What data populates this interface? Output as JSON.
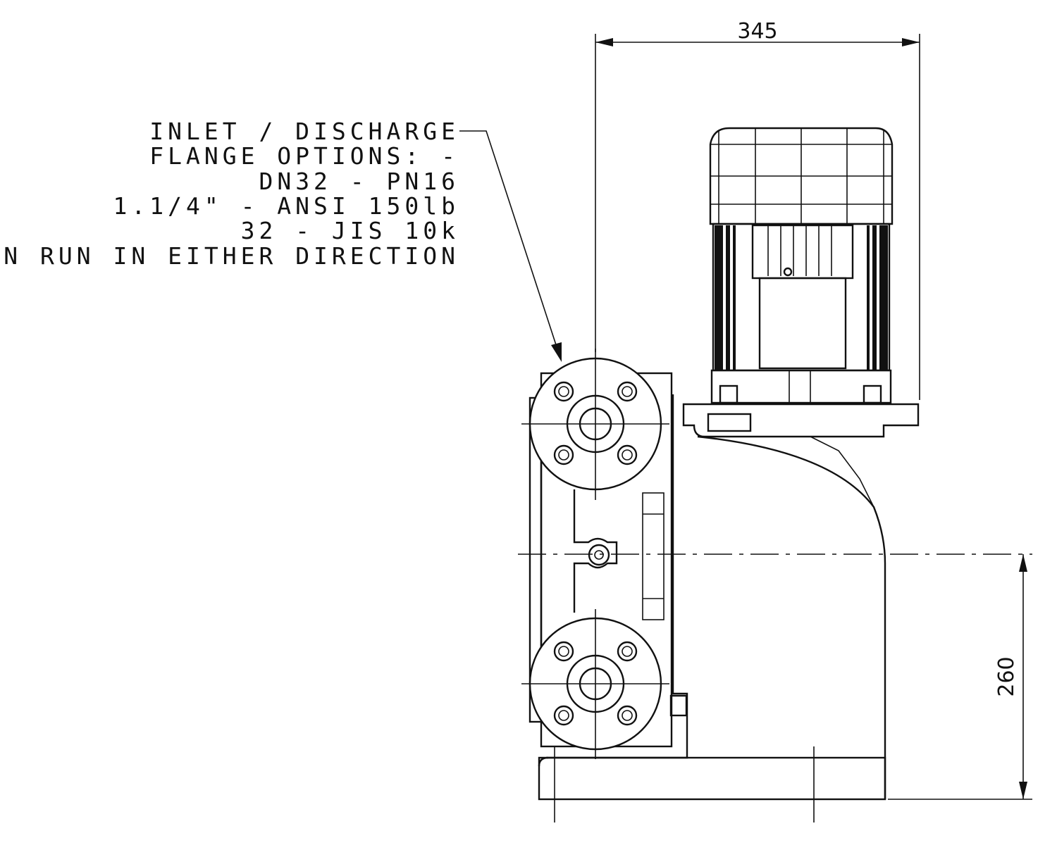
{
  "note": {
    "lines": [
      "INLET / DISCHARGE",
      "FLANGE OPTIONS: -",
      "DN32 - PN16",
      "1.1/4\" - ANSI 150lb",
      "32 - JIS 10k",
      "PUMP CAN RUN IN EITHER DIRECTION"
    ]
  },
  "dimensions": {
    "width": "345",
    "height": "260"
  }
}
